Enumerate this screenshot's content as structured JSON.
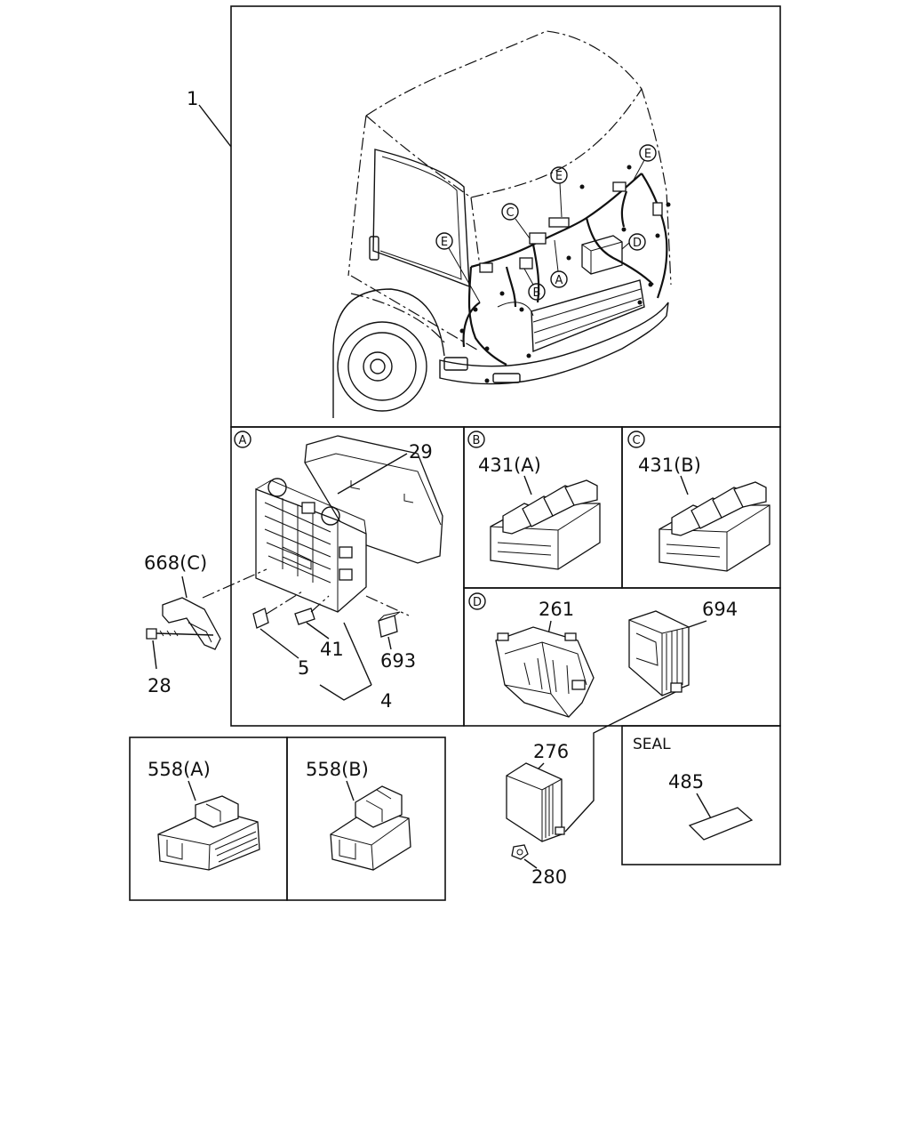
{
  "callouts": {
    "c1": "1",
    "c29": "29",
    "c668": "668(C)",
    "c28": "28",
    "c5": "5",
    "c41": "41",
    "c4": "4",
    "c693": "693",
    "c431a": "431(A)",
    "c431b": "431(B)",
    "c261": "261",
    "c694": "694",
    "c558a": "558(A)",
    "c558b": "558(B)",
    "c276": "276",
    "c280": "280",
    "c485": "485",
    "seal": "SEAL"
  },
  "markers": {
    "A": "A",
    "B": "B",
    "C": "C",
    "D": "D",
    "E": "E"
  }
}
